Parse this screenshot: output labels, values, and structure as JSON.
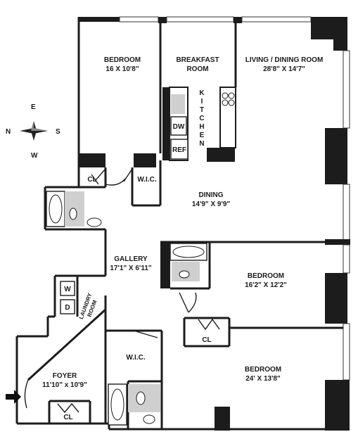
{
  "compass": {
    "n": "N",
    "s": "S",
    "e": "E",
    "w": "W"
  },
  "rooms": {
    "bedroom1": {
      "name": "BEDROOM",
      "dims": "16 X 10'8\""
    },
    "breakfast": {
      "name1": "BREAKFAST",
      "name2": "ROOM"
    },
    "living": {
      "name": "LIVING / DINING ROOM",
      "dims": "28'8\" X 14'7\""
    },
    "kitchen": {
      "letters": [
        "K",
        "I",
        "T",
        "C",
        "H",
        "E",
        "N"
      ]
    },
    "dining": {
      "name": "DINING",
      "dims": "14'9\" X 9'9\""
    },
    "gallery": {
      "name": "GALLERY",
      "dims": "17'1\" X 6'11\""
    },
    "bedroom2": {
      "name": "BEDROOM",
      "dims": "16'2\" X 12'2\""
    },
    "laundry": {
      "name1": "LAUNDRY",
      "name2": "ROOM"
    },
    "foyer": {
      "name": "FOYER",
      "dims": "11'10\" x 10'9\""
    },
    "bedroom3": {
      "name": "BEDROOM",
      "dims": "24' X 13'8\""
    }
  },
  "fixtures": {
    "dw": "DW",
    "ref": "REF",
    "washer": "W",
    "dryer": "D",
    "cl1": "CL",
    "wic1": "W.I.C.",
    "cl2": "CL",
    "wic2": "W.I.C.",
    "cl3": "CL"
  }
}
